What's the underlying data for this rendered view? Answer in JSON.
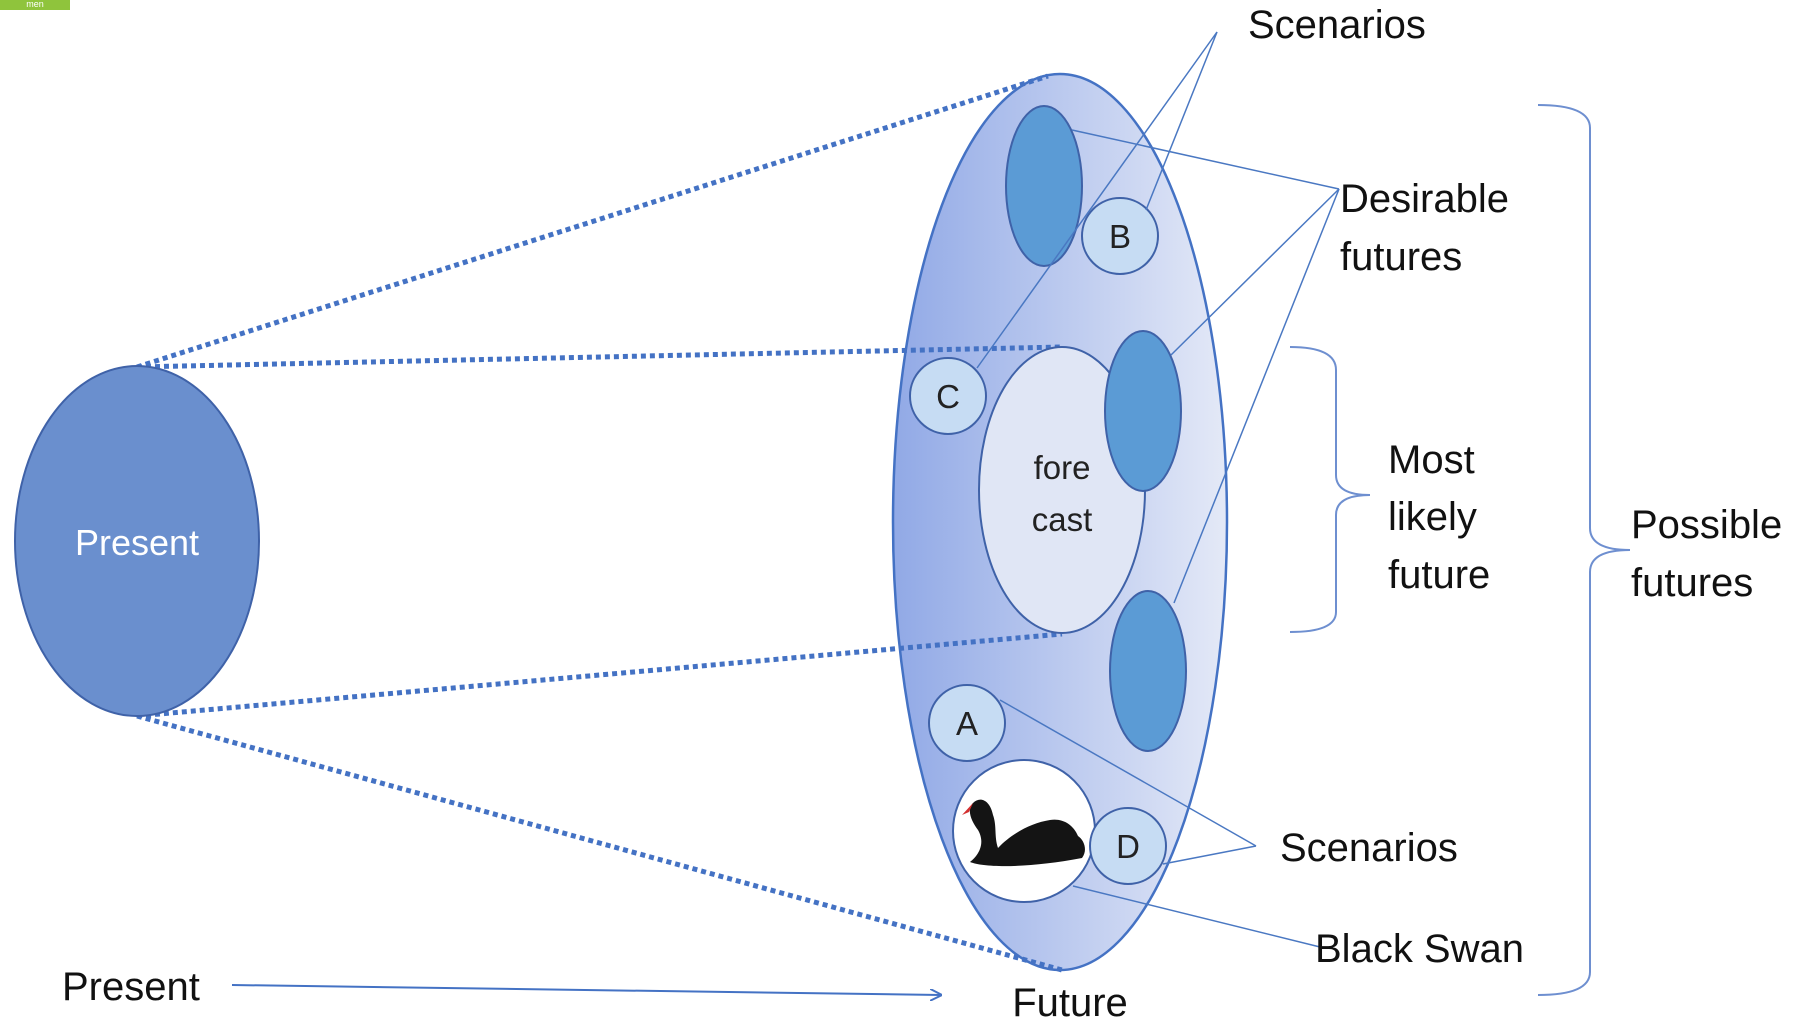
{
  "corner_tag": "men",
  "labels": {
    "present_node": "Present",
    "forecast_line1": "fore",
    "forecast_line2": "cast",
    "circle_b": "B",
    "circle_c": "C",
    "circle_a": "A",
    "circle_d": "D",
    "scenarios_top": "Scenarios",
    "desirable_line1": "Desirable",
    "desirable_line2": "futures",
    "most_line1": "Most",
    "most_line2": "likely",
    "most_line3": "future",
    "possible_line1": "Possible",
    "possible_line2": "futures",
    "scenarios_bottom": "Scenarios",
    "black_swan": "Black Swan",
    "axis_start": "Present",
    "axis_end": "Future"
  },
  "colors": {
    "present_fill": "#6a8fce",
    "cone_line": "#4472c4",
    "outer_grad_left": "#91a9e6",
    "outer_grad_right": "#e4e9f7",
    "desirable_fill": "#5b9bd5",
    "scenario_fill": "#c6dcf3",
    "forecast_fill": "#e0e6f5",
    "connector": "#4a78c2",
    "bracket": "#6e8fd0",
    "swan_body": "#141414",
    "swan_beak": "#d32f2f"
  }
}
